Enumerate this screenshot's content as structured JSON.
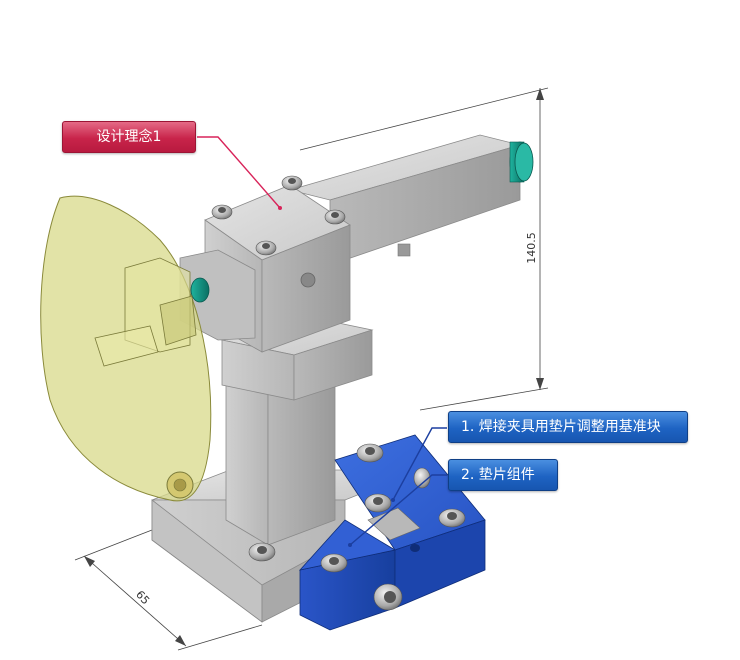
{
  "callouts": {
    "design_concept": "设计理念1",
    "item1": "1. 焊接夹具用垫片调整用基准块",
    "item2": "2. 垫片组件"
  },
  "dimensions": {
    "height": "140.5",
    "width": "65"
  },
  "colors": {
    "red_label": "#c8244a",
    "blue_label": "#1e63c3",
    "blue_block": "#1c4fc0",
    "yellow_shield": "#d8d98a",
    "leader_red": "#d8245a",
    "leader_blue": "#1c3fa0",
    "teal_knob": "#1a9a8a"
  }
}
